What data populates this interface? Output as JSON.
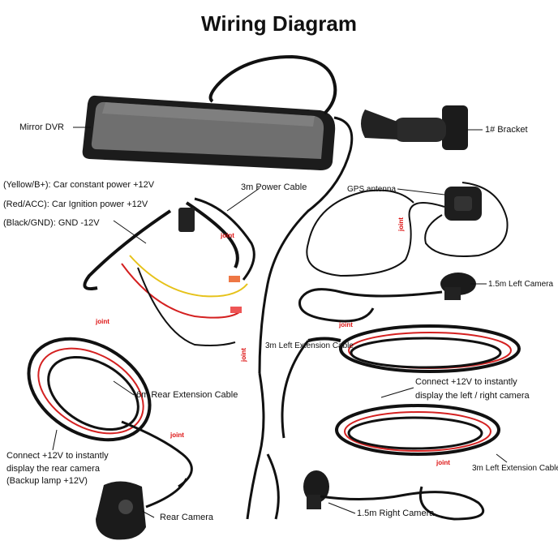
{
  "title": "Wiring Diagram",
  "labels": {
    "mirror_dvr": "Mirror DVR",
    "bracket": "1# Bracket",
    "power_cable": "3m Power Cable",
    "yellow": "(Yellow/B+): Car constant power +12V",
    "red": "(Red/ACC): Car Ignition power +12V",
    "black": "(Black/GND): GND -12V",
    "gps": "GPS antenna",
    "left_camera": "1.5m Left Camera",
    "left_extension_1": "3m Left Extension Cable",
    "rear_extension": "6m Rear Extension Cable",
    "connect_lr_1": "Connect +12V to instantly",
    "connect_lr_2": "display the left / right camera",
    "connect_rear_1": "Connect +12V to instantly",
    "connect_rear_2": "display the rear camera",
    "connect_rear_3": "(Backup lamp +12V)",
    "left_extension_2": "3m Left Extension Cable",
    "right_camera": "1.5m Right Camera",
    "rear_camera": "Rear Camera"
  },
  "joint_text": "joint"
}
